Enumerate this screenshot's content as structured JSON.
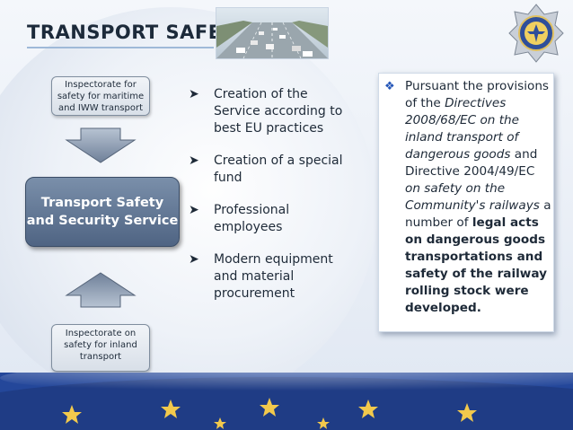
{
  "slide": {
    "title": "TRANSPORT SAFETY",
    "flow": {
      "top_box": "Inspectorate for safety for maritime and IWW transport",
      "main_box": "Transport Safety and Security Service",
      "bottom_box": "Inspectorate on safety for inland transport"
    },
    "bullets": [
      "Creation of the Service according to best EU practices",
      "Creation of a special fund",
      "Professional employees",
      "Modern equipment and material procurement"
    ],
    "info_panel": {
      "lead": "Pursuant the provisions of the",
      "directive1": "Directives 2008/68/EC on the inland transport of dangerous goods",
      "and": "and Directive 2004/49/EC",
      "directive2": "on safety on the Community's railways",
      "middle": "a number of",
      "emphasis": "legal acts on dangerous goods transportations and safety of the railway rolling stock were developed."
    }
  },
  "colors": {
    "title": "#1c2a3a",
    "main_box": "#5c7191",
    "footer_blue": "#2a4f9c",
    "footer_gold": "#f2c94c",
    "diamond_bullet": "#2456b8"
  },
  "icons": {
    "bullet": "right-arrowhead-icon",
    "panel_bullet": "four-diamond-icon",
    "emblem": "state-emblem-icon",
    "photo": "highway-traffic-photo"
  }
}
